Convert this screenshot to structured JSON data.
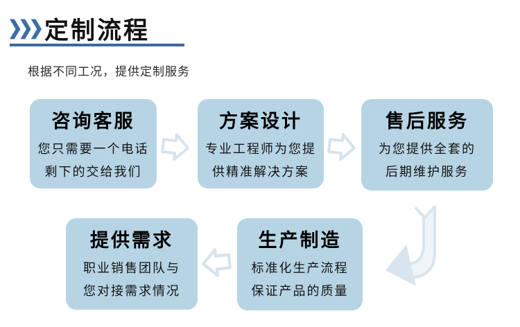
{
  "header": {
    "title": "定制流程",
    "subtitle": "根据不同工况，提供定制服务",
    "accent_color": "#3d6fa5",
    "underline_color": "#3b699c"
  },
  "flow": {
    "box_fill_color": "#b6d4e4",
    "arrow_color": "#d9e5ee",
    "steps": [
      {
        "title": "咨询客服",
        "lines": [
          "您只需要一个电话",
          "剩下的交给我们"
        ]
      },
      {
        "title": "方案设计",
        "lines": [
          "专业工程师为您提",
          "供精准解决方案"
        ]
      },
      {
        "title": "售后服务",
        "lines": [
          "为您提供全套的",
          "后期维护服务"
        ]
      },
      {
        "title": "提供需求",
        "lines": [
          "职业销售团队与",
          "您对接需求情况"
        ]
      },
      {
        "title": "生产制造",
        "lines": [
          "标准化生产流程",
          "保证产品的质量"
        ]
      }
    ],
    "arrows": [
      {
        "name": "arrow-1",
        "direction": "right",
        "from": "咨询客服",
        "to": "方案设计"
      },
      {
        "name": "arrow-2",
        "direction": "right",
        "from": "方案设计",
        "to": "售后服务"
      },
      {
        "name": "arrow-3",
        "direction": "down-left-curve",
        "from": "售后服务",
        "to": "生产制造"
      },
      {
        "name": "arrow-4",
        "direction": "left",
        "from": "生产制造",
        "to": "提供需求"
      }
    ]
  }
}
